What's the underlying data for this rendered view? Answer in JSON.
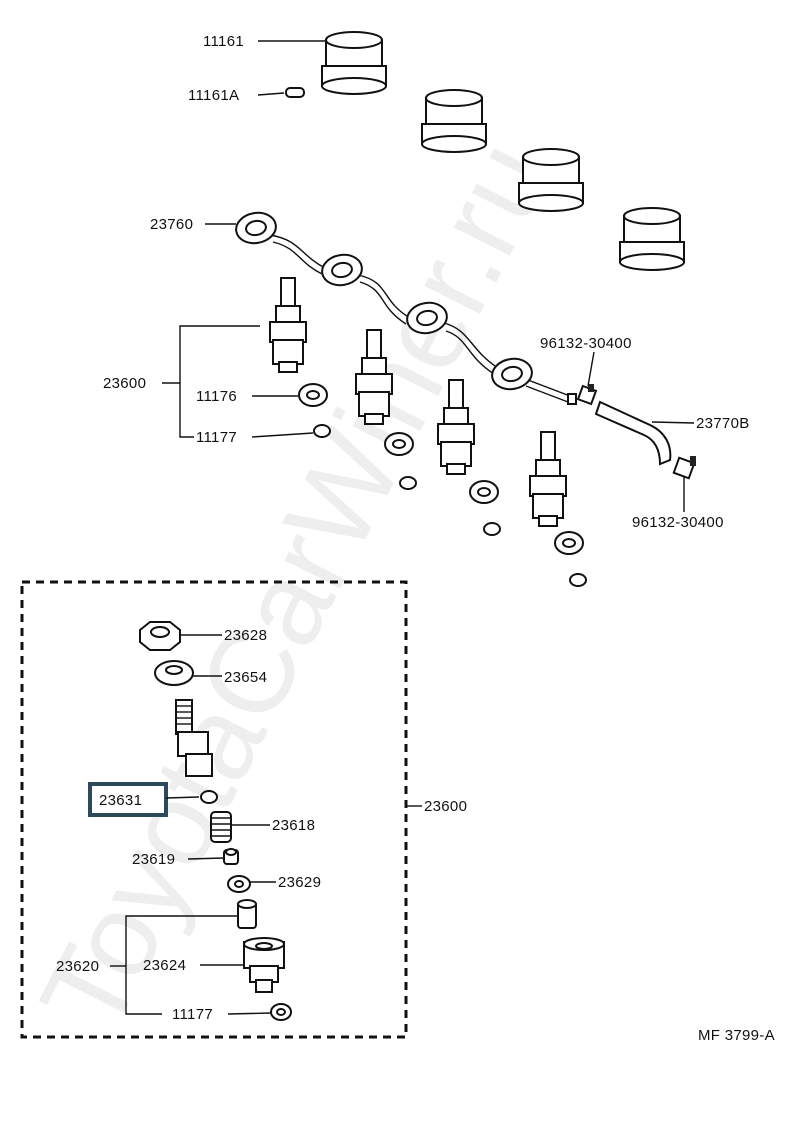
{
  "watermark": "ToyotaCarWiner.ru",
  "diagram_code": "MF 3799-A",
  "highlight_color": "#2c4a5a",
  "labels": {
    "p11161": "11161",
    "p11161a": "11161A",
    "p23760": "23760",
    "p23600_top": "23600",
    "p11176": "11176",
    "p11177_top": "11177",
    "p96132_a": "96132-30400",
    "p23770b": "23770B",
    "p96132_b": "96132-30400",
    "p23628": "23628",
    "p23654": "23654",
    "p23631": "23631",
    "p23618": "23618",
    "p23600_box": "23600",
    "p23619": "23619",
    "p23629": "23629",
    "p23620": "23620",
    "p23624": "23624",
    "p11177_box": "11177"
  }
}
